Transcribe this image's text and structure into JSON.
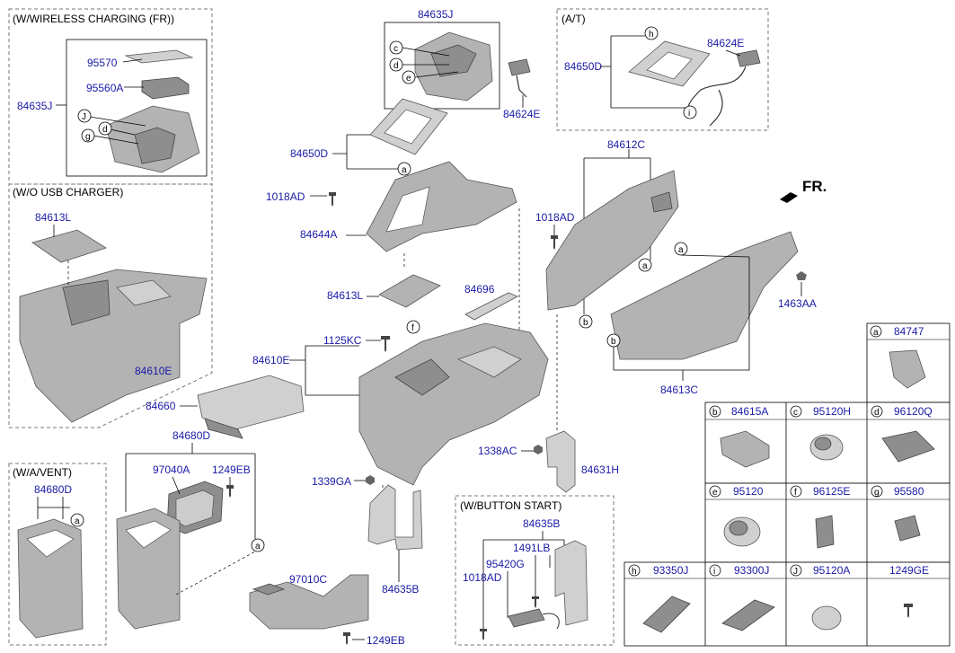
{
  "sections": {
    "wireless": "(W/WIRELESS CHARGING (FR))",
    "usb": "(W/O USB CHARGER)",
    "at": "(A/T)",
    "vent": "(W/A/VENT)",
    "button": "(W/BUTTON START)"
  },
  "direction": "FR.",
  "parts": {
    "p95570": "95570",
    "p95560a": "95560A",
    "p84635j_left": "84635J",
    "p84635j_top": "84635J",
    "p84624e_top": "84624E",
    "p84624e_at": "84624E",
    "p84650d_at": "84650D",
    "p84650d": "84650D",
    "p1018ad_a": "1018AD",
    "p84644a": "84644A",
    "p84612c": "84612C",
    "p1018ad_b": "1018AD",
    "p1463aa": "1463AA",
    "p84613l_a": "84613L",
    "p84610e_a": "84610E",
    "p84613l_b": "84613L",
    "p84696": "84696",
    "p1125kc": "1125KC",
    "p84610e_b": "84610E",
    "p84613c": "84613C",
    "p84660": "84660",
    "p84680d": "84680D",
    "p97040a": "97040A",
    "p1249eb_a": "1249EB",
    "p84680d_vent": "84680D",
    "p1339ga": "1339GA",
    "p97010c": "97010C",
    "p84635b_a": "84635B",
    "p1249eb_b": "1249EB",
    "p1338ac": "1338AC",
    "p84631h": "84631H",
    "p84635b_b": "84635B",
    "p1491lb": "1491LB",
    "p95420g": "95420G",
    "p1018ad_c": "1018AD"
  },
  "markers": {
    "a": "a",
    "b": "b",
    "c": "c",
    "d": "d",
    "e": "e",
    "f": "f",
    "g": "g",
    "h": "h",
    "i": "i",
    "J": "J"
  },
  "legend": [
    {
      "key": "a",
      "part": "84747"
    },
    {
      "key": "b",
      "part": "84615A"
    },
    {
      "key": "c",
      "part": "95120H"
    },
    {
      "key": "d",
      "part": "96120Q"
    },
    {
      "key": "e",
      "part": "95120"
    },
    {
      "key": "f",
      "part": "96125E"
    },
    {
      "key": "g",
      "part": "95580"
    },
    {
      "key": "h",
      "part": "93350J"
    },
    {
      "key": "i",
      "part": "93300J"
    },
    {
      "key": "J",
      "part": "95120A"
    },
    {
      "key": "",
      "part": "1249GE"
    }
  ],
  "colors": {
    "part_number": "#1a1aa6",
    "part_fill": "#b3b3b3",
    "frame": "#777777"
  }
}
